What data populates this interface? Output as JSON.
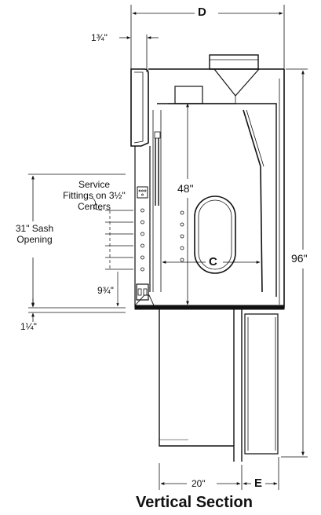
{
  "title": "Vertical Section",
  "labels": {
    "overall_width": "D",
    "top_offset": "1¾\"",
    "interior_height": "48\"",
    "service_note": "Service Fittings on 3½\" Centers",
    "sash_opening": "31\" Sash Opening",
    "fitting_spacing": "9¾\"",
    "bottom_offset": "1¼\"",
    "overall_height": "96\"",
    "interior_depth": "C",
    "base_depth": "20\"",
    "base_offset": "E"
  },
  "colors": {
    "line": "#111111",
    "background": "#ffffff"
  }
}
